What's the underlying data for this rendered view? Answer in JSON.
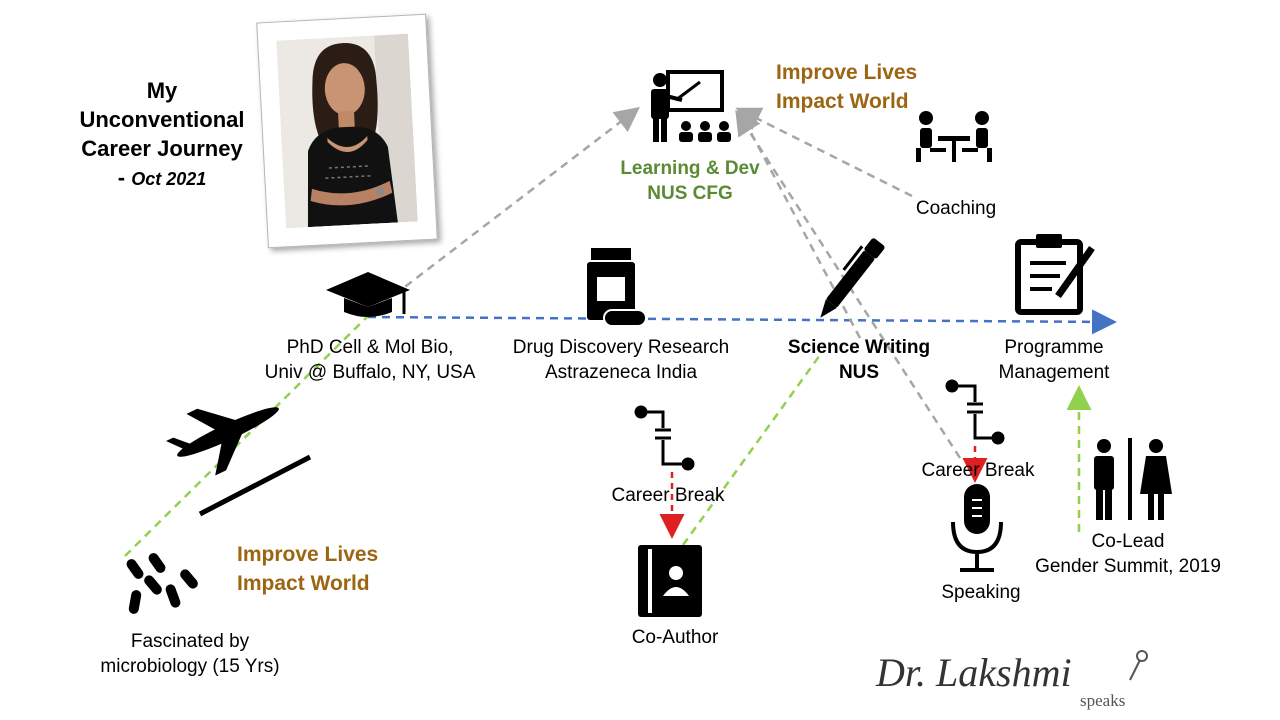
{
  "title": {
    "line1": "My",
    "line2": "Unconventional",
    "line3": "Career Journey",
    "dash": "- ",
    "date": "Oct 2021"
  },
  "nodes": {
    "microbiology": {
      "line1": "Fascinated by",
      "line2": "microbiology (15 Yrs)"
    },
    "phd": {
      "line1": "PhD Cell & Mol Bio,",
      "line2": "Univ @ Buffalo, NY, USA"
    },
    "drug": {
      "line1": "Drug Discovery Research",
      "line2": "Astrazeneca India"
    },
    "science": {
      "line1": "Science Writing",
      "line2": "NUS"
    },
    "programme": {
      "line1": "Programme",
      "line2": "Management"
    },
    "learning": {
      "line1": "Learning & Dev",
      "line2": "NUS CFG"
    },
    "coaching": {
      "label": "Coaching"
    },
    "career_break_1": {
      "label": "Career Break"
    },
    "career_break_2": {
      "label": "Career Break"
    },
    "co_author": {
      "label": "Co-Author"
    },
    "speaking": {
      "label": "Speaking"
    },
    "co_lead": {
      "line1": "Co-Lead",
      "line2": "Gender Summit,  2019"
    }
  },
  "slogans": {
    "top": {
      "line1": "Improve Lives",
      "line2": "Impact World"
    },
    "bottom": {
      "line1": "Improve Lives",
      "line2": "Impact World"
    }
  },
  "signature": {
    "name": "Dr. Lakshmi",
    "sub": "speaks"
  },
  "colors": {
    "gold": "#9c6512",
    "green_text": "#5b8a34",
    "green_line": "#92d050",
    "blue_line": "#4472c4",
    "gray_line": "#a6a6a6",
    "red_arrow": "#e02020"
  },
  "icons": [
    "graduation-cap-icon",
    "pill-bottle-icon",
    "pen-icon",
    "clipboard-icon",
    "teacher-icon",
    "meeting-icon",
    "airplane-icon",
    "bacteria-icon",
    "toggle-switch-icon",
    "contact-book-icon",
    "microphone-icon",
    "restroom-icon"
  ]
}
